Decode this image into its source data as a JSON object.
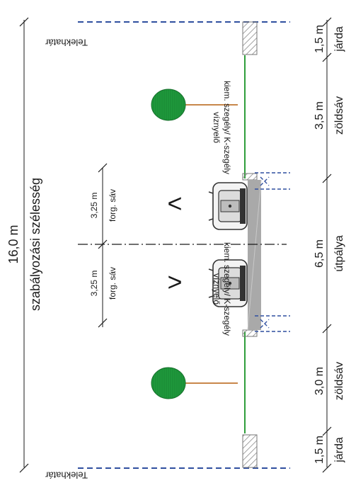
{
  "labels": {
    "lot_line": "Telekhatár",
    "total_width": "16,0 m",
    "total_desc": "szabályozási szélesség",
    "curb": "kiem. szegély/ K-szegély",
    "gutter": "víznyelő",
    "lane_width": "3,25 m",
    "lane_desc": "forg. sáv"
  },
  "segments": [
    {
      "width": "1,5 m",
      "name": "járda"
    },
    {
      "width": "3,0 m",
      "name": "zöldsáv"
    },
    {
      "width": "6,5 m",
      "name": "útpálya"
    },
    {
      "width": "3,5 m",
      "name": "zöldsáv"
    },
    {
      "width": "1,5 m",
      "name": "járda"
    }
  ],
  "arrows": {
    "left_lane": ">",
    "right_lane": "<"
  },
  "colors": {
    "lot_line": "#2f4f9f",
    "asphalt": "#a9a9a9",
    "green_strip": "#2f9e3a",
    "tree": "#1f9a3c",
    "tree_trunk": "#c8874b"
  },
  "icons": [
    "tree-icon",
    "car-icon",
    "direction-arrow-icon",
    "hatched-curb-icon"
  ]
}
